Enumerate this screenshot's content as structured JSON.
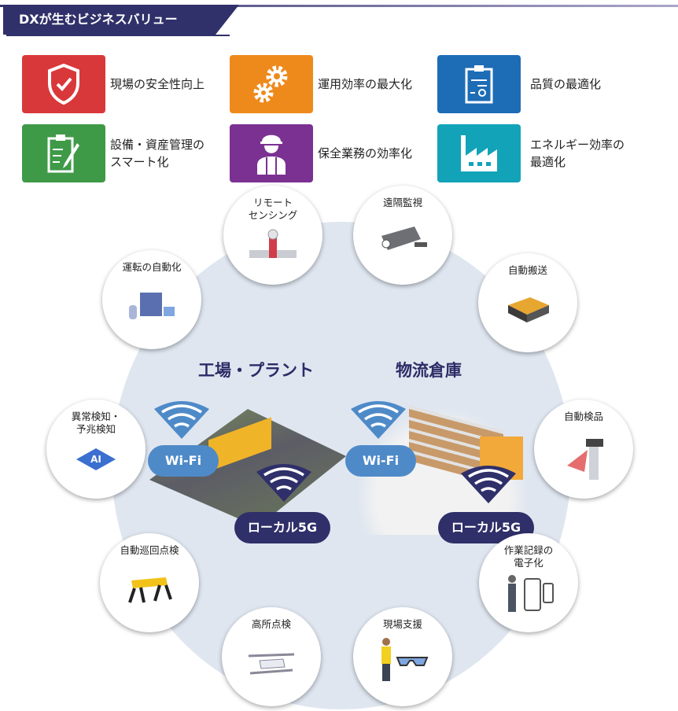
{
  "header": {
    "title": "DXが生むビジネスバリュー"
  },
  "values": [
    {
      "label": "現場の安全性向上",
      "icon": "shield-check-icon",
      "color": "#d9383a"
    },
    {
      "label": "運用効率の最大化",
      "icon": "gears-icon",
      "color": "#ee8a1c"
    },
    {
      "label": "品質の最適化",
      "icon": "certificate-clipboard-icon",
      "color": "#1d6cb6"
    },
    {
      "label": "設備・資産管理の",
      "label2": "スマート化",
      "icon": "clipboard-pen-icon",
      "color": "#3f9a48"
    },
    {
      "label": "保全業務の効率化",
      "icon": "worker-icon",
      "color": "#7b3192"
    },
    {
      "label": "エネルギー効率の",
      "label2": "最適化",
      "icon": "factory-icon",
      "color": "#12a3b8"
    }
  ],
  "center": {
    "factory": {
      "title": "工場・プラント",
      "wifi": "Wi-Fi",
      "local5g": "ローカル5G"
    },
    "warehouse": {
      "title": "物流倉庫",
      "wifi": "Wi-Fi",
      "local5g": "ローカル5G"
    }
  },
  "use_cases": [
    {
      "l1": "リモート",
      "l2": "センシング"
    },
    {
      "l1": "遠隔監視",
      "l2": ""
    },
    {
      "l1": "運転の自動化",
      "l2": ""
    },
    {
      "l1": "自動搬送",
      "l2": ""
    },
    {
      "l1": "異常検知・",
      "l2": "予兆検知"
    },
    {
      "l1": "自動検品",
      "l2": ""
    },
    {
      "l1": "自動巡回点検",
      "l2": ""
    },
    {
      "l1": "作業記録の",
      "l2": "電子化"
    },
    {
      "l1": "高所点検",
      "l2": ""
    },
    {
      "l1": "現場支援",
      "l2": ""
    }
  ]
}
